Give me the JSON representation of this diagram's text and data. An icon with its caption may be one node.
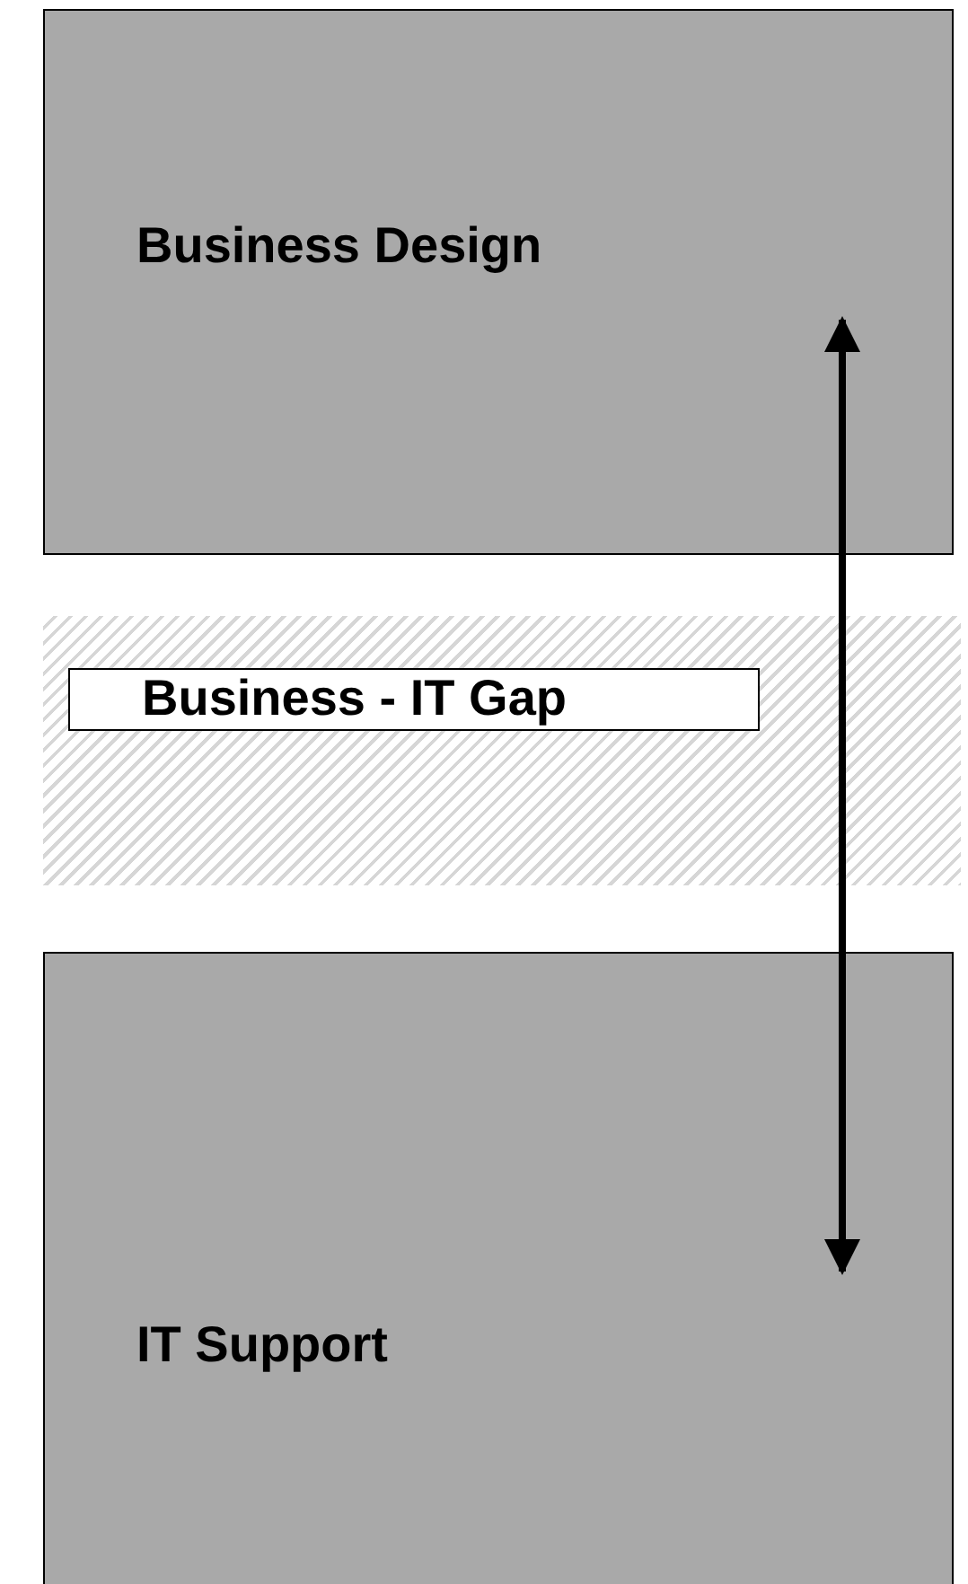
{
  "diagram": {
    "nodes": [
      {
        "text": [
          "Business Design"
        ]
      },
      {
        "text": [
          "Business - IT Gap"
        ]
      },
      {
        "text": [
          "IT Support"
        ]
      }
    ],
    "edges": [
      {
        "from": 0,
        "to": 2,
        "arrow": "both"
      }
    ]
  }
}
